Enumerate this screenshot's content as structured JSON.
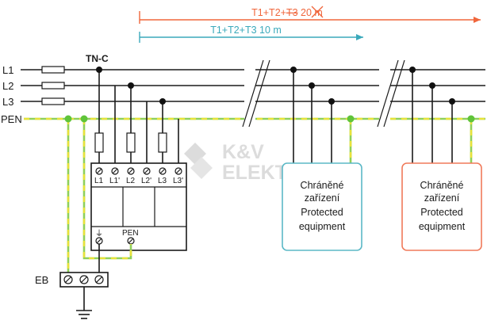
{
  "spans": {
    "top_prefix": "T1+T2+",
    "top_struck": "T3",
    "top_suffix": " 20 m",
    "bottom": "T1+T2+T3 10 m"
  },
  "network_label": "TN-C",
  "conductors": [
    "L1",
    "L2",
    "L3",
    "PEN"
  ],
  "spd_terminals": [
    "L1",
    "L1'",
    "L2",
    "L2'",
    "L3",
    "L3'"
  ],
  "spd_bottom": {
    "earth_symbol": "⏚",
    "pen": "PEN"
  },
  "earth_bar": "EB",
  "equipment": [
    {
      "line1": "Chráněné",
      "line2": "zařízení",
      "line3": "Protected",
      "line4": "equipment"
    },
    {
      "line1": "Chráněné",
      "line2": "zařízení",
      "line3": "Protected",
      "line4": "equipment"
    }
  ],
  "watermark": {
    "line1": "K&V",
    "line2": "ELEKTRO"
  },
  "colors": {
    "orange": "#f0663c",
    "teal": "#3aa9bb",
    "box_left": "#5bb8c6",
    "box_right": "#f07a5a",
    "pen_green": "#8fd05a",
    "pen_yellow": "#e8e23a"
  }
}
